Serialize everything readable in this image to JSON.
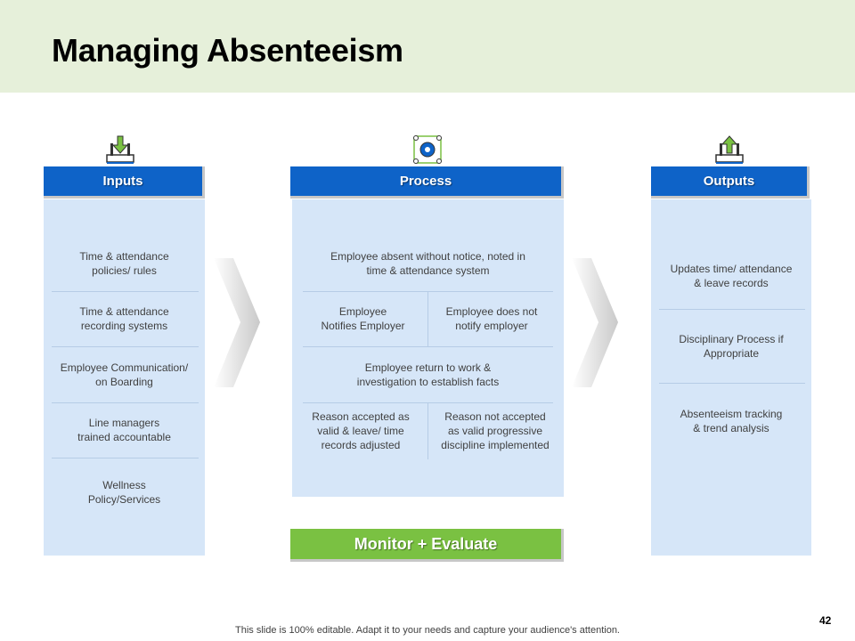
{
  "title": "Managing Absenteeism",
  "inputs": {
    "header": "Inputs",
    "items": [
      "Time & attendance\npolicies/ rules",
      "Time & attendance\nrecording systems",
      "Employee Communication/\non Boarding",
      "Line managers\ntrained accountable",
      "Wellness\nPolicy/Services"
    ],
    "icon": "download-tray-icon"
  },
  "process": {
    "header": "Process",
    "row1": "Employee absent without notice, noted in\ntime & attendance system",
    "row2_left": "Employee\nNotifies Employer",
    "row2_right": "Employee does not\nnotify employer",
    "row3": "Employee return to work &\ninvestigation to establish facts",
    "row4_left": "Reason accepted as\nvalid & leave/ time\nrecords adjusted",
    "row4_right": "Reason not accepted\nas valid progressive\ndiscipline implemented",
    "icon": "process-gear-icon"
  },
  "outputs": {
    "header": "Outputs",
    "items": [
      "Updates time/ attendance\n& leave records",
      "Disciplinary Process if\nAppropriate",
      "Absenteeism tracking\n& trend analysis"
    ],
    "icon": "upload-tray-icon"
  },
  "monitor_label": "Monitor + Evaluate",
  "footer": "This slide is 100% editable. Adapt it to your needs and capture your audience's attention.",
  "page_number": "42",
  "colors": {
    "header_band": "#e6f0da",
    "column_header": "#0e63c8",
    "column_body": "#d6e6f8",
    "monitor": "#7ac142",
    "icon_green": "#7ac142",
    "icon_blue": "#0e63c8"
  }
}
